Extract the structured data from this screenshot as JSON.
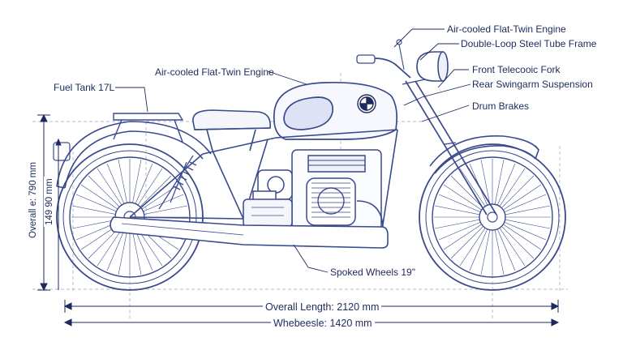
{
  "callouts": {
    "engine_top": "Air-cooled Flat-Twin Engine",
    "frame": "Double-Loop Steel Tube Frame",
    "engine_left": "Air-cooled Flat-Twin Engine",
    "fuel_tank": "Fuel Tank 17L",
    "fork": "Front Telecooic Fork",
    "swingarm": "Rear Swingarm Suspension",
    "brakes": "Drum Brakes",
    "wheels": "Spoked Wheels 19\""
  },
  "dimensions": {
    "overall_length": "Overall Length: 2120 mm",
    "wheelbase": "Whebeesle: 1420 mm",
    "overall_height": "Overall e: 790 mm",
    "seat_height": "149 90 mm"
  },
  "colors": {
    "line": "#3a4a8c",
    "text": "#1f2a5c",
    "accent": "#e7ebf7"
  }
}
